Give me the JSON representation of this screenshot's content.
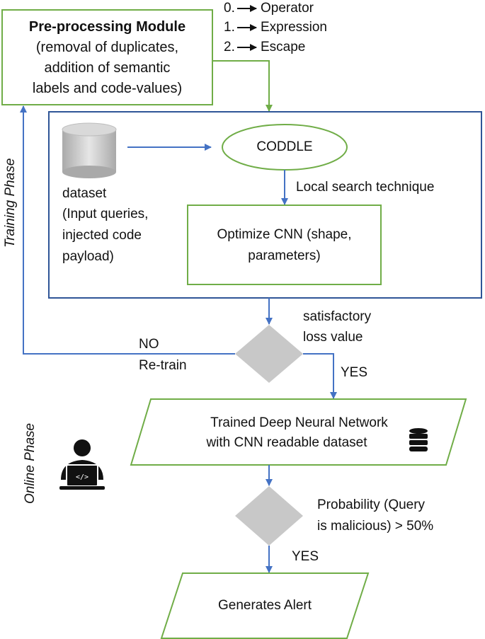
{
  "preprocessing": {
    "title": "Pre-processing Module",
    "line1": "(removal of duplicates,",
    "line2": "addition of semantic",
    "line3": "labels and code-values)"
  },
  "legend": [
    {
      "code": "0.",
      "label": "Operator"
    },
    {
      "code": "1.",
      "label": "Expression"
    },
    {
      "code": "2.",
      "label": "Escape"
    }
  ],
  "dataset": {
    "line1": "dataset",
    "line2": "(Input queries,",
    "line3": "injected code",
    "line4": "payload)"
  },
  "coddle": "CODDLE",
  "local_search": "Local search technique",
  "optimize": {
    "line1": "Optimize CNN (shape,",
    "line2": "parameters)"
  },
  "decision1": {
    "line1": "satisfactory",
    "line2": "loss value",
    "no": "NO",
    "retrain": "Re-train",
    "yes": "YES"
  },
  "trained": {
    "line1": "Trained Deep Neural Network",
    "line2": "with CNN readable dataset"
  },
  "decision2": {
    "line1": "Probability (Query",
    "line2": "is malicious) > 50%",
    "yes": "YES"
  },
  "alert": "Generates Alert",
  "training_phase": "Training Phase",
  "online_phase": "Online Phase",
  "colors": {
    "green": "#70ad47",
    "blue": "#4472c4",
    "navy": "#2f5597",
    "gray": "#c8c8c8"
  },
  "icons": {
    "database": "database-icon",
    "user": "user-laptop-icon",
    "cylinder": "dataset-cylinder-icon"
  }
}
